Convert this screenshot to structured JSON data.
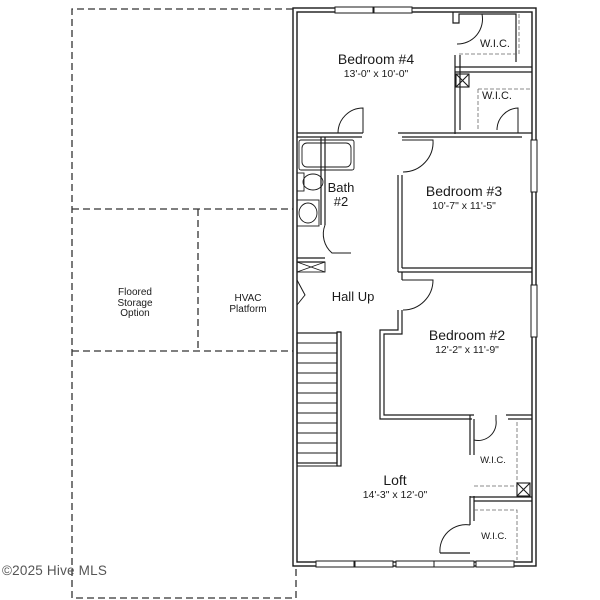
{
  "plan": {
    "rooms": [
      {
        "id": "bedroom-4",
        "name": "Bedroom #4",
        "dims": "13'-0\" x 10'-0\""
      },
      {
        "id": "bedroom-3",
        "name": "Bedroom #3",
        "dims": "10'-7\" x 11'-5\""
      },
      {
        "id": "bedroom-2",
        "name": "Bedroom #2",
        "dims": "12'-2\" x 11'-9\""
      },
      {
        "id": "loft",
        "name": "Loft",
        "dims": "14'-3\" x 12'-0\""
      }
    ],
    "bath": {
      "line1": "Bath",
      "line2": "#2"
    },
    "hall": "Hall Up",
    "wic": [
      "W.I.C.",
      "W.I.C.",
      "W.I.C.",
      "W.I.C."
    ],
    "storage": {
      "line1": "Floored",
      "line2": "Storage",
      "line3": "Option"
    },
    "hvac": {
      "line1": "HVAC",
      "line2": "Platform"
    }
  },
  "watermark": "©2025 Hive MLS",
  "colors": {
    "wall": "#1a1a1a",
    "dash": "#333333",
    "background": "#ffffff"
  }
}
